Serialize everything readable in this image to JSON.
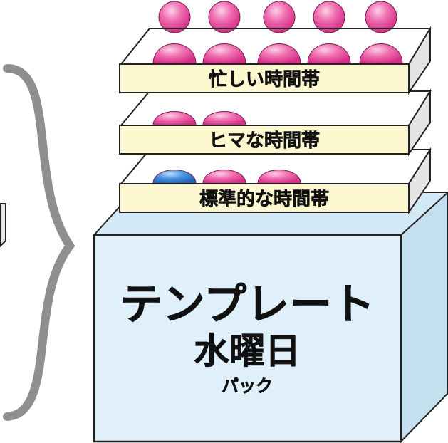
{
  "layers": [
    {
      "label": "忙しい時間帯",
      "people": [
        "pink",
        "pink",
        "pink",
        "pink",
        "pink"
      ]
    },
    {
      "label": "ヒマな時間帯",
      "people": [
        "pink",
        "pink"
      ]
    },
    {
      "label": "標準的な時間帯",
      "people": [
        "blue",
        "pink",
        "pink"
      ]
    }
  ],
  "box": {
    "title": "テンプレート",
    "day": "水曜日",
    "sub": "パック"
  },
  "colors": {
    "person_pink": "#e8449a",
    "person_pink_light": "#f7a3cd",
    "person_blue": "#2f7fd1",
    "person_blue_light": "#8cc0f0",
    "box_front": "#dff0fa",
    "box_side": "#c4dfee",
    "box_top": "#d2e9f5",
    "label_bg": "#fdf8d0",
    "tray_face": "#e4e4e4",
    "tray_top": "#f1f1f1",
    "brace": "#8f8f8f"
  }
}
